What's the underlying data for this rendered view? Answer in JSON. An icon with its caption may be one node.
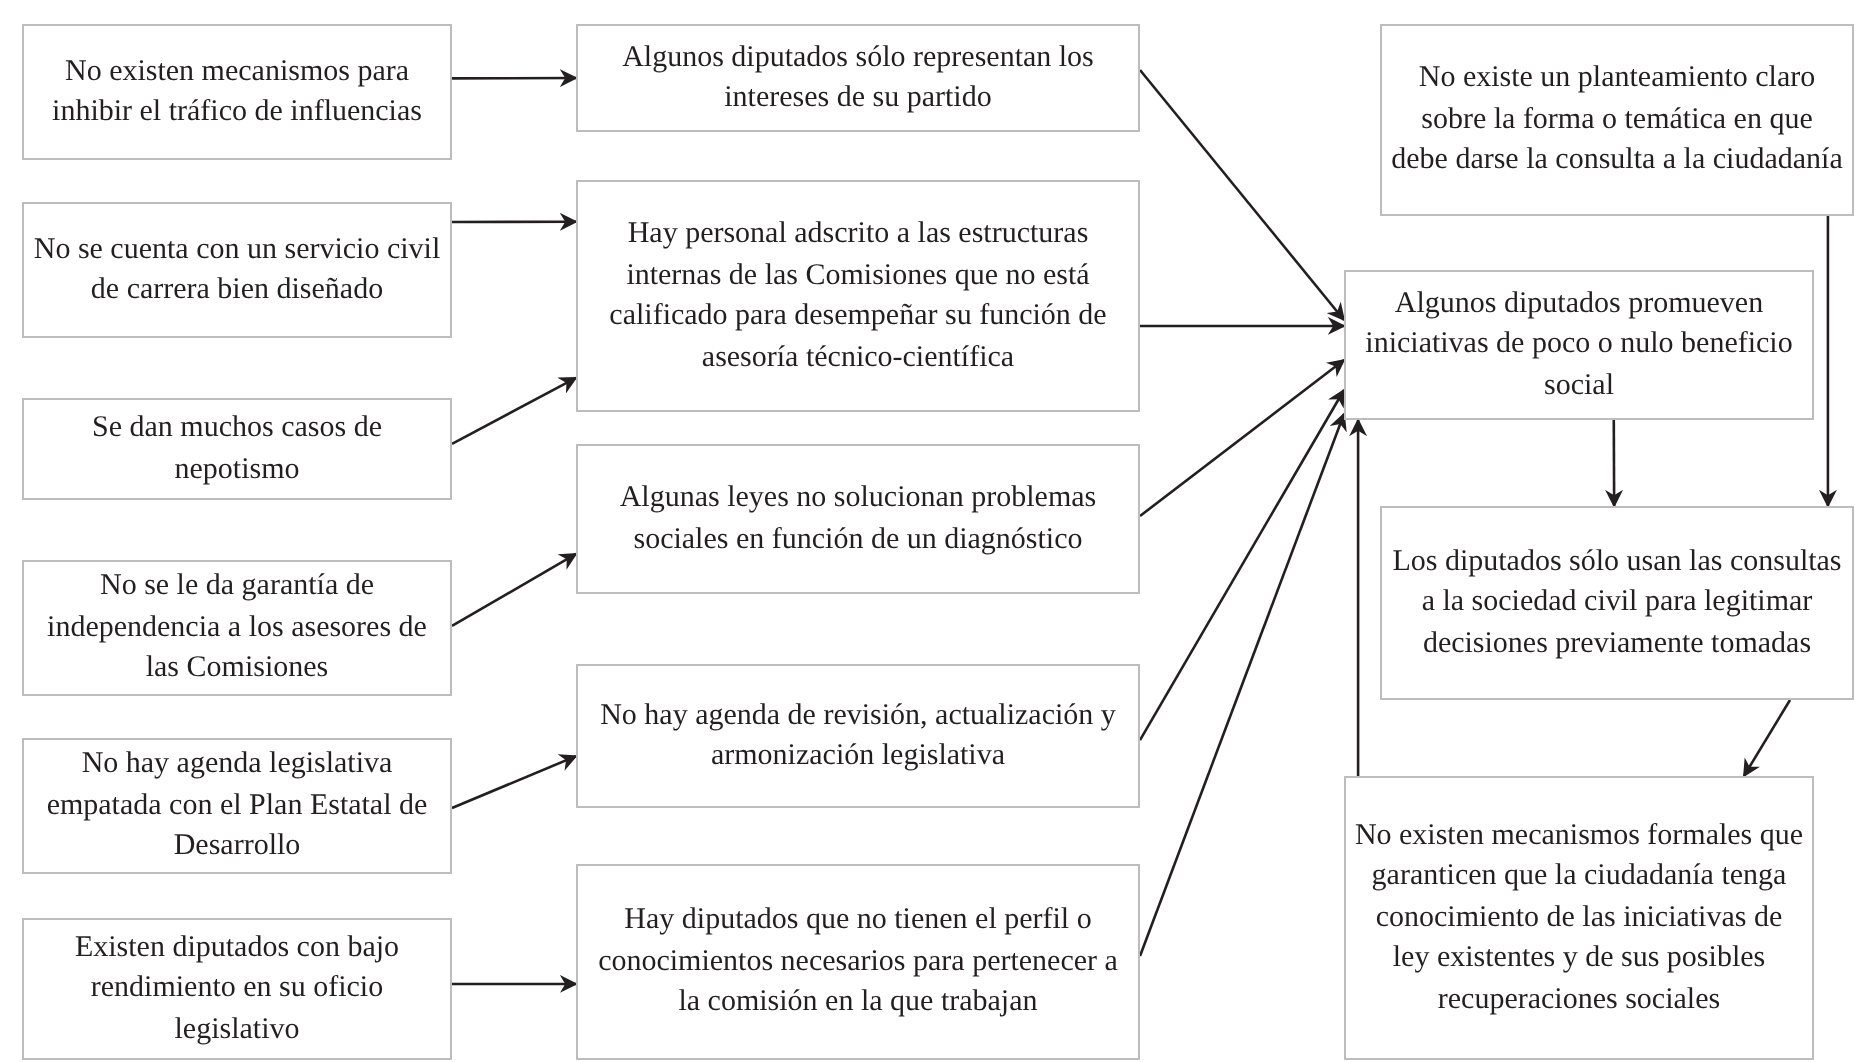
{
  "diagram": {
    "nodes": [
      {
        "text": [
          "No existen mecanismos para inhibir el tráfico de influencias"
        ]
      },
      {
        "text": [
          "No se cuenta con un servicio civil de carrera bien diseñado"
        ]
      },
      {
        "text": [
          "Se dan muchos casos de nepotismo"
        ]
      },
      {
        "text": [
          "No se le da garantía de independencia a los asesores de las Comisiones"
        ]
      },
      {
        "text": [
          "No hay agenda legislativa empatada con el Plan Estatal de Desarrollo"
        ]
      },
      {
        "text": [
          "Existen diputados con bajo rendimiento en su oficio legislativo"
        ]
      },
      {
        "text": [
          "Algunos diputados sólo representan los intereses de su partido"
        ]
      },
      {
        "text": [
          "Hay personal adscrito a las estructuras internas de las Comisiones que no está calificado para desempeñar su función de asesoría técnico-científica"
        ]
      },
      {
        "text": [
          "Algunas leyes no solucionan problemas sociales en función de un diagnóstico"
        ]
      },
      {
        "text": [
          "No hay agenda de revisión, actualización y armonización legislativa"
        ]
      },
      {
        "text": [
          "Hay diputados que no tienen el perfil o conocimientos necesarios para pertenecer a la comisión en la que trabajan"
        ]
      },
      {
        "text": [
          "No existe un planteamiento claro sobre la forma o temática en que debe darse la consulta a la ciudadanía"
        ]
      },
      {
        "text": [
          "Algunos diputados promueven iniciativas de poco o nulo beneficio social"
        ]
      },
      {
        "text": [
          "Los diputados sólo usan las consultas a la sociedad civil para legitimar decisiones previamente tomadas"
        ]
      },
      {
        "text": [
          "No existen mecanismos formales que garanticen que la ciudadanía tenga conocimiento de las iniciativas de ley existentes y de sus posibles recuperaciones sociales"
        ]
      }
    ],
    "edges": [
      {
        "from": 0,
        "to": 6,
        "arrow": "to"
      },
      {
        "from": 1,
        "to": 7,
        "arrow": "to"
      },
      {
        "from": 2,
        "to": 7,
        "arrow": "to"
      },
      {
        "from": 3,
        "to": 8,
        "arrow": "to"
      },
      {
        "from": 4,
        "to": 9,
        "arrow": "to"
      },
      {
        "from": 5,
        "to": 10,
        "arrow": "to"
      },
      {
        "from": 6,
        "to": 12,
        "arrow": "to"
      },
      {
        "from": 7,
        "to": 12,
        "arrow": "to"
      },
      {
        "from": 8,
        "to": 12,
        "arrow": "to"
      },
      {
        "from": 9,
        "to": 12,
        "arrow": "to"
      },
      {
        "from": 10,
        "to": 12,
        "arrow": "to"
      },
      {
        "from": 12,
        "to": 13,
        "arrow": "to"
      },
      {
        "from": 11,
        "to": 13,
        "arrow": "to"
      },
      {
        "from": 13,
        "to": 14,
        "arrow": "to"
      },
      {
        "from": 14,
        "to": 12,
        "arrow": "to"
      }
    ]
  }
}
